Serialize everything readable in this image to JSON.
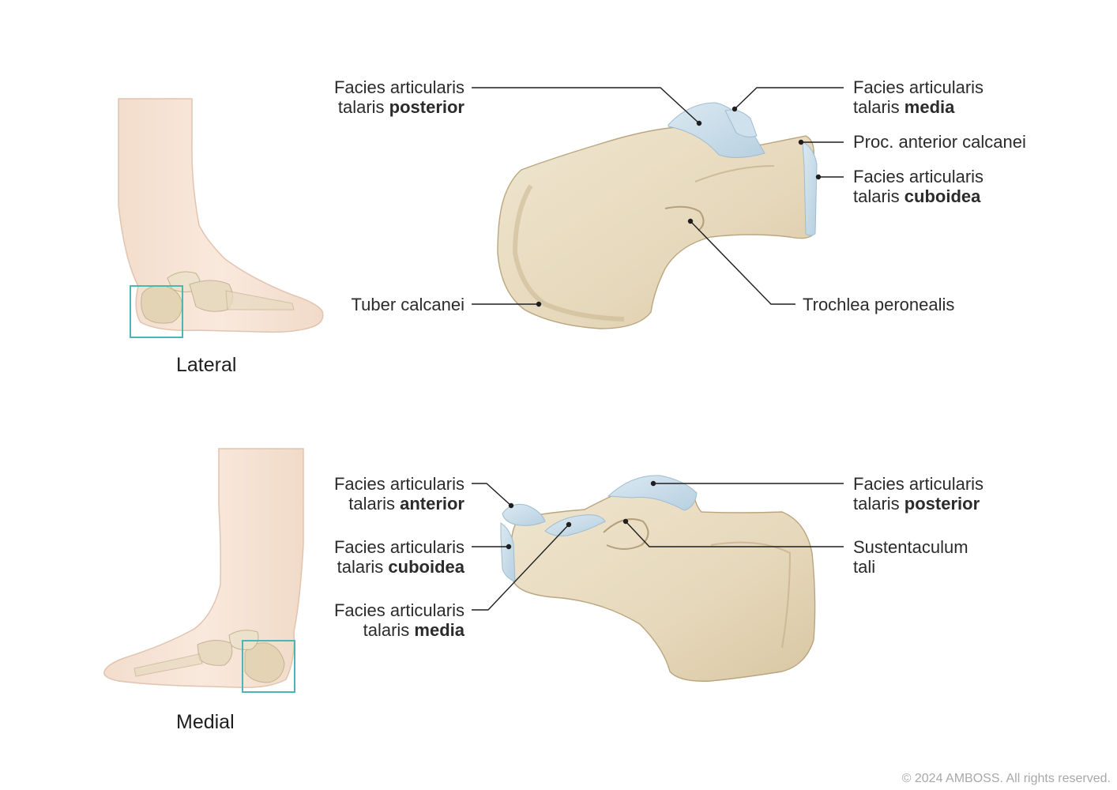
{
  "colors": {
    "skin": "#f6e3d4",
    "skin_line": "#e1c4b0",
    "bone": "#e8dcc2",
    "bone_shadow": "#d3c3a0",
    "bone_line": "#b9a67f",
    "cartilage": "#c9dde9",
    "highlight_box": "#4cb5b8",
    "leader": "#1f1f1f"
  },
  "lateral": {
    "view_title": "Lateral",
    "labels": {
      "posterior": {
        "line1": "Facies articularis",
        "line2_plain": "talaris ",
        "line2_bold": "posterior"
      },
      "media": {
        "line1": "Facies articularis",
        "line2_plain": "talaris ",
        "line2_bold": "media"
      },
      "proc_anterior": {
        "line1": "Proc. anterior calcanei"
      },
      "cuboidea": {
        "line1": "Facies articularis",
        "line2_plain": "talaris ",
        "line2_bold": "cuboidea"
      },
      "tuber": {
        "line1": "Tuber calcanei"
      },
      "trochlea": {
        "line1": "Trochlea peronealis"
      }
    }
  },
  "medial": {
    "view_title": "Medial",
    "labels": {
      "anterior": {
        "line1": "Facies articularis",
        "line2_plain": "talaris ",
        "line2_bold": "anterior"
      },
      "cuboidea": {
        "line1": "Facies articularis",
        "line2_plain": "talaris ",
        "line2_bold": "cuboidea"
      },
      "media": {
        "line1": "Facies articularis",
        "line2_plain": "talaris ",
        "line2_bold": "media"
      },
      "posterior": {
        "line1": "Facies articularis",
        "line2_plain": "talaris ",
        "line2_bold": "posterior"
      },
      "sustentaculum": {
        "line1": "Sustentaculum",
        "line2_plain": "tali"
      }
    }
  },
  "copyright": "© 2024 AMBOSS. All rights reserved."
}
